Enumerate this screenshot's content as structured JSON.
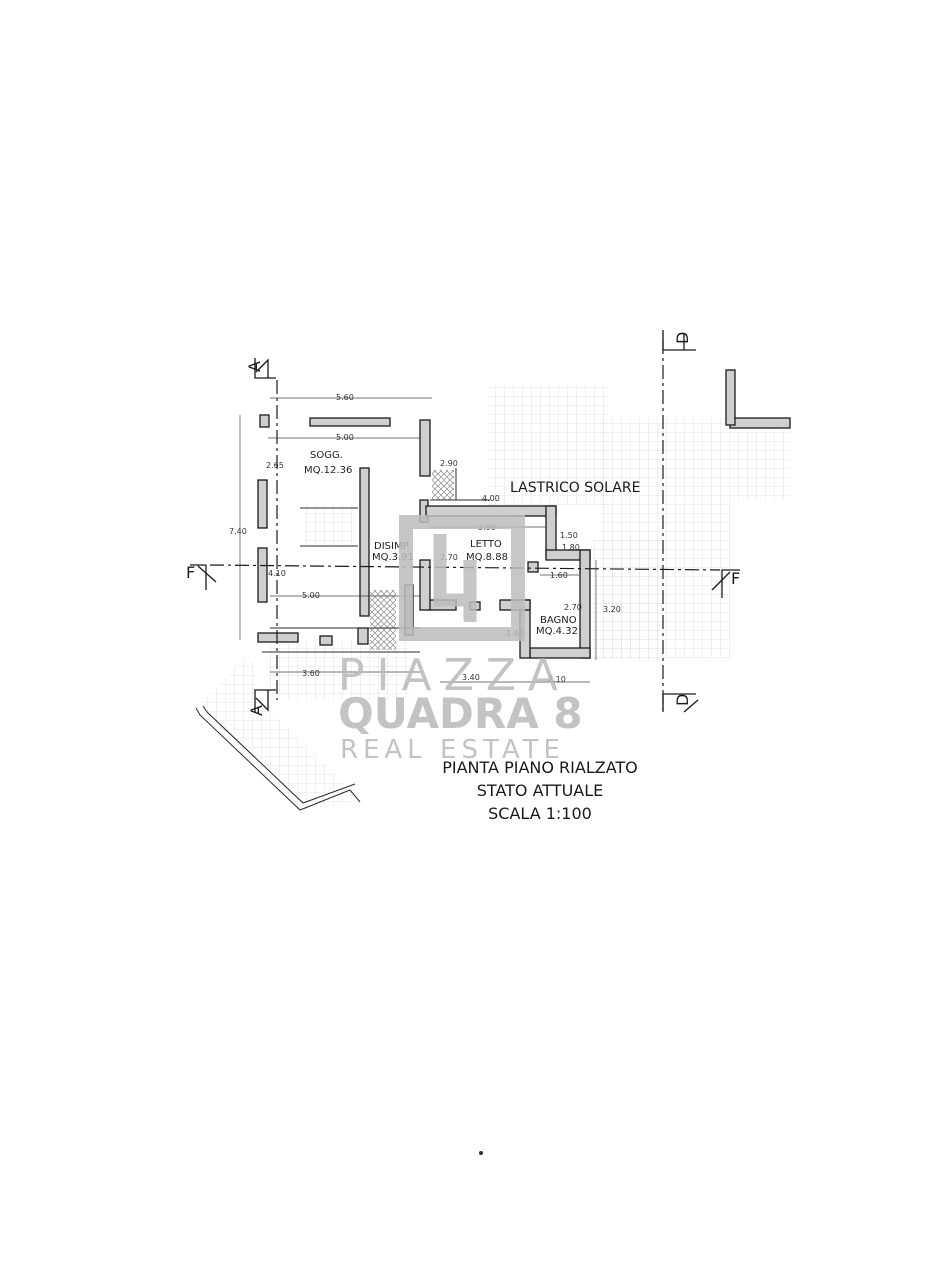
{
  "plan": {
    "label_lastrico": "LASTRICO SOLARE",
    "rooms": {
      "soggiorno": {
        "name": "SOGG.",
        "area": "MQ.12.36"
      },
      "disimpegno": {
        "name": "DISIMP.",
        "area": "MQ.3.91"
      },
      "letto": {
        "name": "LETTO",
        "area": "MQ.8.88"
      },
      "bagno": {
        "name": "BAGNO",
        "area": "MQ.4.32"
      }
    },
    "dimensions": [
      "5.60",
      "5.00",
      "2.65",
      "7.40",
      "4.10",
      "5.00",
      "3.60",
      "2.90",
      "4.00",
      "3.80",
      "2.70",
      "1.50",
      "1.80",
      "1.60",
      "2.70",
      "3.20",
      "1.40",
      "3.40",
      "2.10"
    ],
    "section_marks": {
      "a": "A",
      "f": "F",
      "d": "D"
    }
  },
  "title_block": {
    "line1": "PIANTA PIANO RIALZATO",
    "line2": "STATO ATTUALE",
    "line3": "SCALA 1:100"
  },
  "watermark": {
    "line1": "PIAZZA",
    "line2": "QUADRA 8",
    "line3": "REAL ESTATE"
  }
}
